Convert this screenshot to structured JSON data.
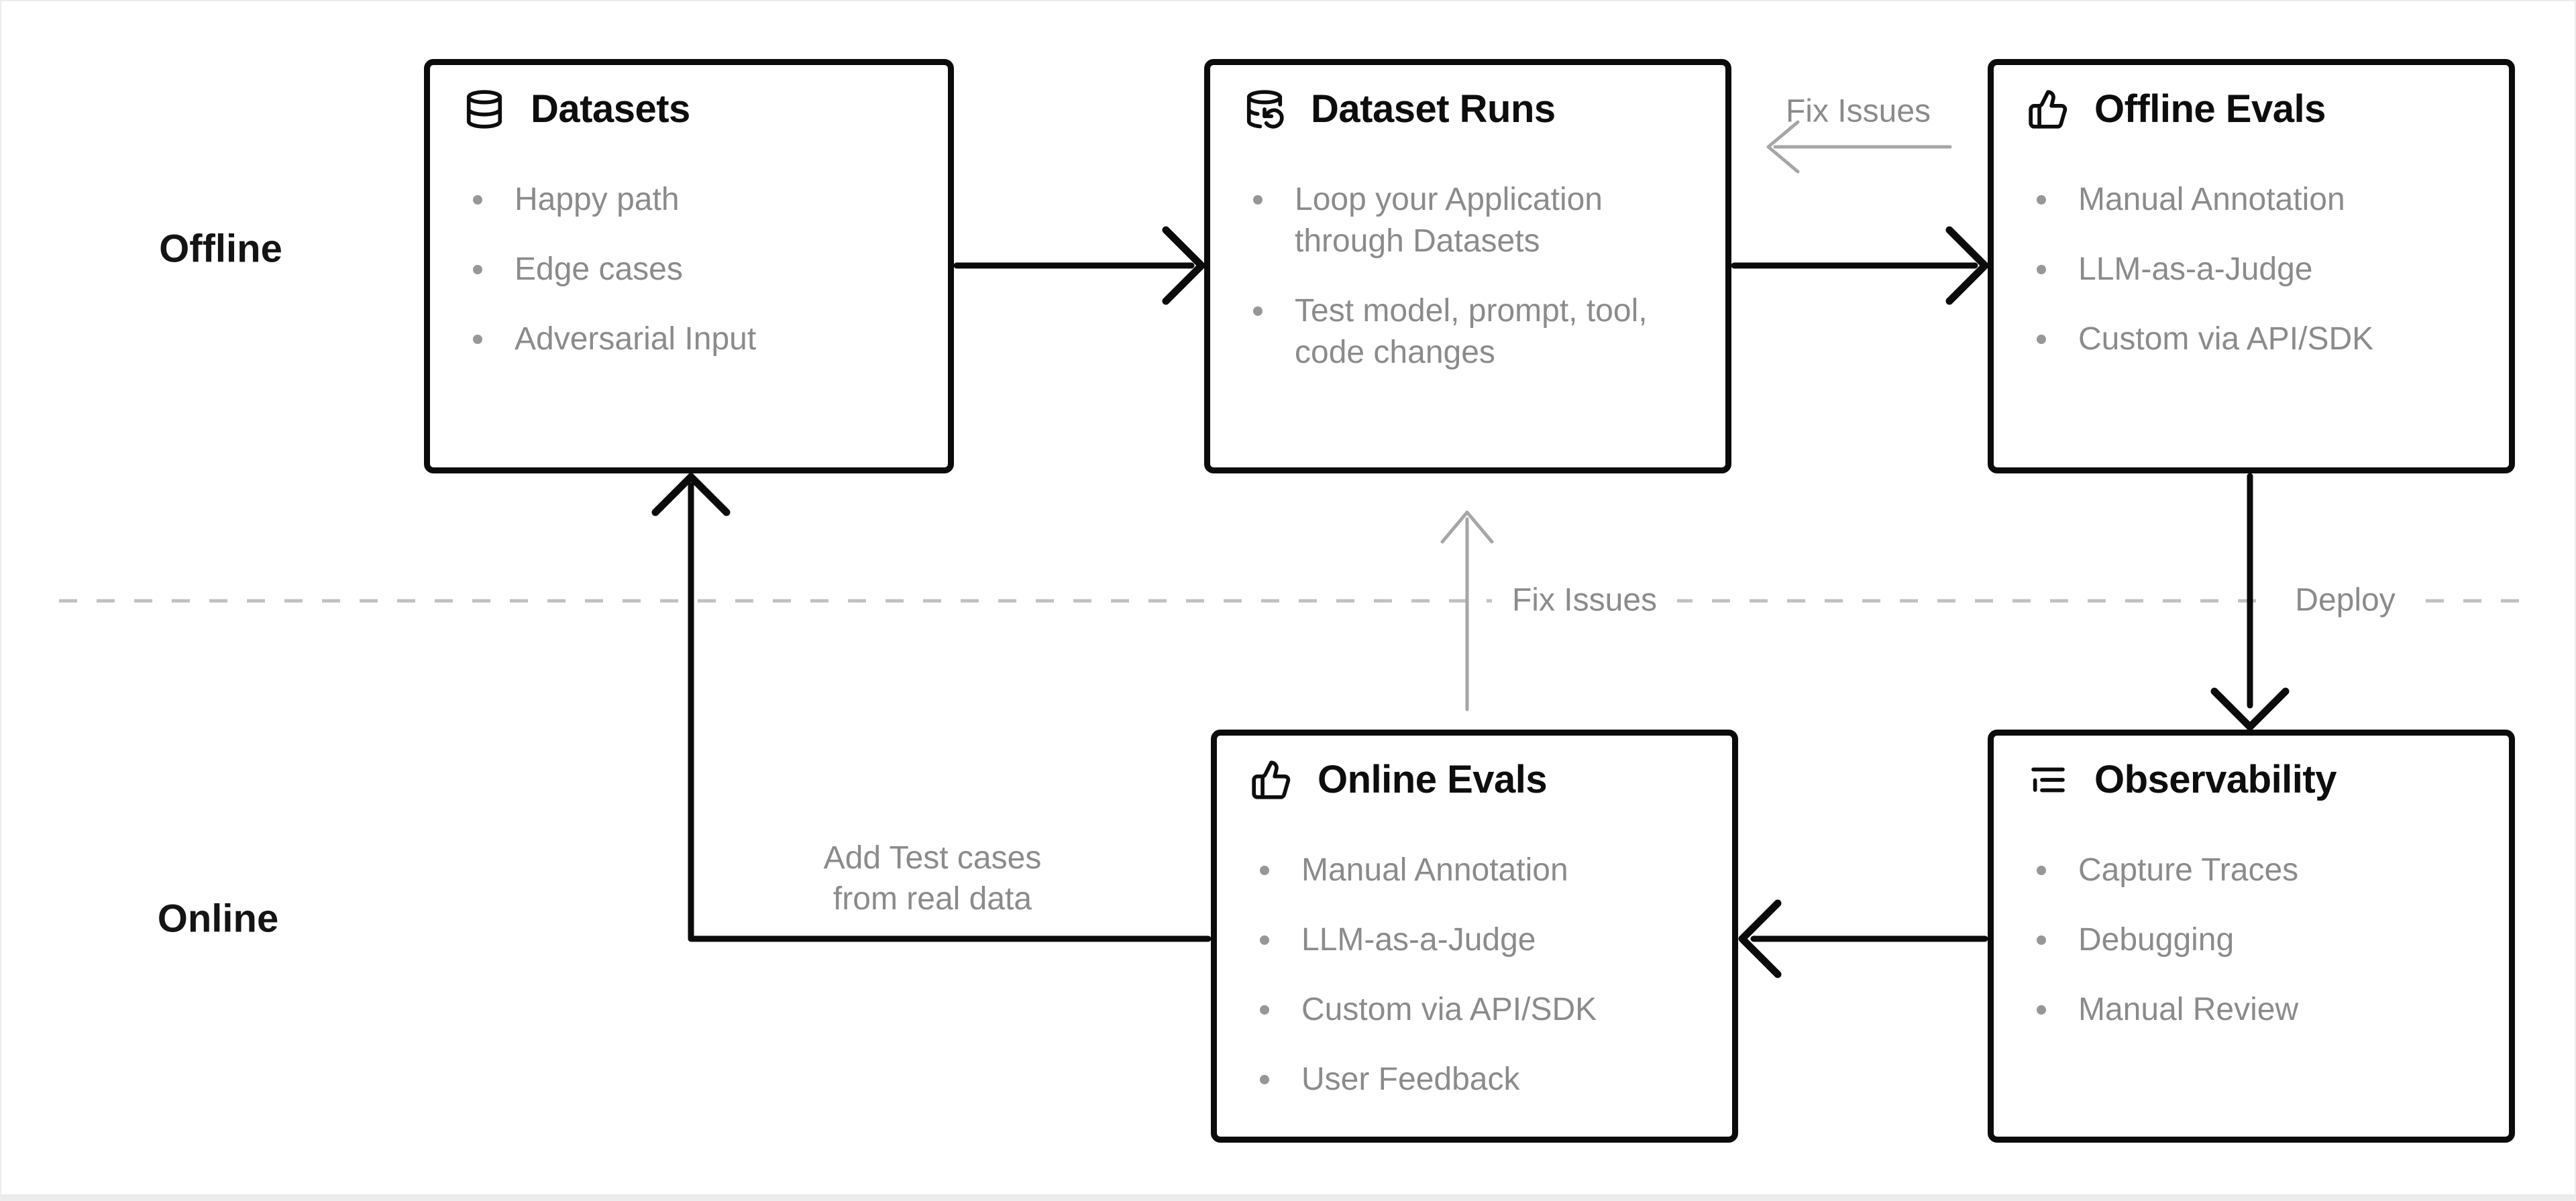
{
  "diagram": {
    "lanes": {
      "offline": "Offline",
      "online": "Online"
    },
    "boxes": {
      "datasets": {
        "title": "Datasets",
        "icon": "database-icon",
        "items": [
          "Happy path",
          "Edge cases",
          "Adversarial Input"
        ]
      },
      "dataset_runs": {
        "title": "Dataset Runs",
        "icon": "database-backup-icon",
        "items": [
          "Loop your Application\nthrough Datasets",
          "Test model, prompt, tool,\ncode changes"
        ]
      },
      "offline_evals": {
        "title": "Offline Evals",
        "icon": "thumbs-up-icon",
        "items": [
          "Manual Annotation",
          "LLM-as-a-Judge",
          "Custom via API/SDK"
        ]
      },
      "online_evals": {
        "title": "Online Evals",
        "icon": "thumbs-up-icon",
        "items": [
          "Manual Annotation",
          "LLM-as-a-Judge",
          "Custom via API/SDK",
          "User Feedback"
        ]
      },
      "observability": {
        "title": "Observability",
        "icon": "list-tree-icon",
        "items": [
          "Capture Traces",
          "Debugging",
          "Manual Review"
        ]
      }
    },
    "edge_labels": {
      "fix_issues_top": "Fix Issues",
      "fix_issues_middle": "Fix Issues",
      "deploy": "Deploy",
      "add_test_cases": "Add Test cases\nfrom real data"
    },
    "colors": {
      "box_border": "#0b0b0b",
      "title_text": "#0d0d0d",
      "muted_text": "#8b8b8b",
      "black_arrow": "#0b0b0b",
      "gray_arrow": "#a6a6a6",
      "dashed_divider": "#c1c1c1",
      "background": "#ffffff"
    }
  }
}
